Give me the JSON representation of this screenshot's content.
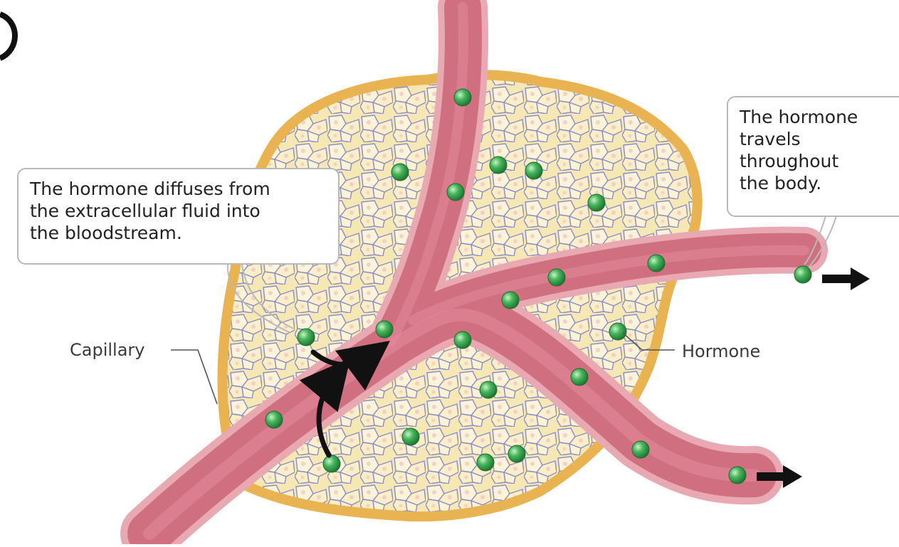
{
  "callouts": {
    "diffuse": {
      "lines": [
        "The hormone diffuses from",
        "the extracellular fluid into",
        "the bloodstream."
      ]
    },
    "travel": {
      "lines": [
        "The hormone",
        "travels",
        "throughout",
        "the body."
      ]
    }
  },
  "labels": {
    "capillary": "Capillary",
    "hormone": "Hormone"
  },
  "icons": {
    "hormone": "green-sphere",
    "flow": "arrow-right",
    "diffusion": "curved-arrow"
  },
  "colors": {
    "gland_fill": "#f6e7a8",
    "gland_border": "#e8b350",
    "cell_fill": "#f8efc6",
    "cell_line": "#8c8cc8",
    "vessel_wall": "#e9a9b2",
    "vessel_lumen": "#cf6f80",
    "hormone": "#3fb55a",
    "callout_border": "#b9b9b9"
  }
}
